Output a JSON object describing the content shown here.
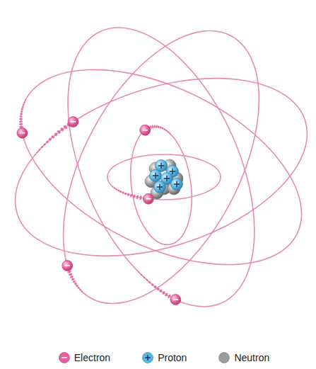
{
  "diagram": {
    "legend": [
      {
        "text": "Electron",
        "color": "#e5609c"
      },
      {
        "text": "Proton",
        "color": "#5ab6e2"
      },
      {
        "text": "Neutron",
        "color": "#9c9c9c"
      }
    ]
  }
}
